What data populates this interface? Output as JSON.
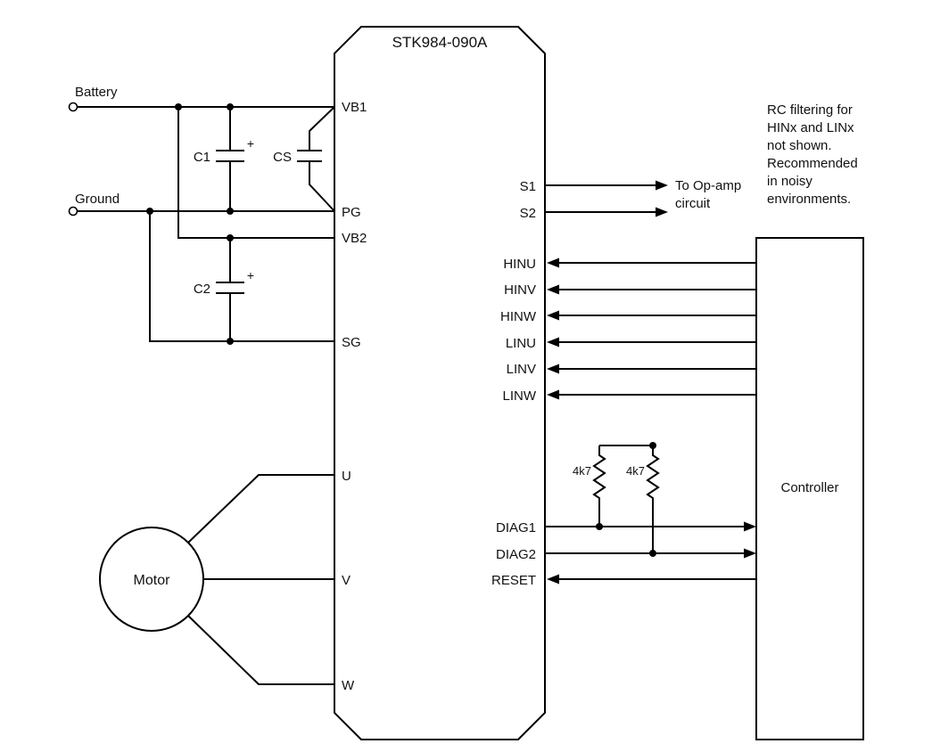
{
  "diagram": {
    "ic": {
      "title": "STK984-090A",
      "pins_left": [
        "VB1",
        "PG",
        "VB2",
        "SG",
        "U",
        "V",
        "W"
      ],
      "pins_right": [
        "S1",
        "S2",
        "HINU",
        "HINV",
        "HINW",
        "LINU",
        "LINV",
        "LINW",
        "DIAG1",
        "DIAG2",
        "RESET"
      ]
    },
    "terminals": {
      "battery": "Battery",
      "ground": "Ground"
    },
    "capacitors": {
      "c1": "C1",
      "cs": "CS",
      "c2": "C2",
      "polarity_mark": "+"
    },
    "resistors": {
      "r1": "4k7",
      "r2": "4k7"
    },
    "motor": {
      "label": "Motor"
    },
    "controller": {
      "label": "Controller"
    },
    "opamp_note": {
      "line1": "To Op-amp",
      "line2": "circuit"
    },
    "side_note": {
      "lines": [
        "RC filtering for",
        "HINx and LINx",
        "not shown.",
        "Recommended",
        "in noisy",
        "environments."
      ]
    },
    "colors": {
      "line": "#000000",
      "background": "#ffffff",
      "text": "#111111"
    }
  }
}
